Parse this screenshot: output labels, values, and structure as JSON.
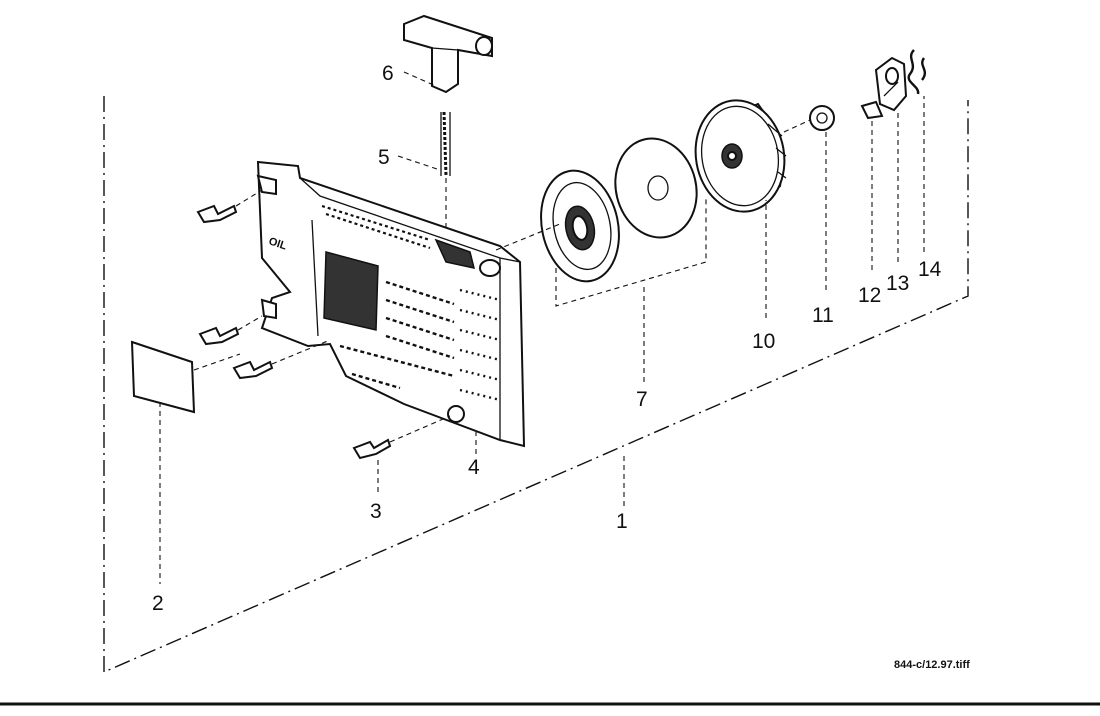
{
  "diagram": {
    "parts": [
      {
        "id": "1",
        "label": "1"
      },
      {
        "id": "2",
        "label": "2"
      },
      {
        "id": "3",
        "label": "3"
      },
      {
        "id": "4",
        "label": "4"
      },
      {
        "id": "5",
        "label": "5"
      },
      {
        "id": "6",
        "label": "6"
      },
      {
        "id": "7",
        "label": "7"
      },
      {
        "id": "10",
        "label": "10"
      },
      {
        "id": "11",
        "label": "11"
      },
      {
        "id": "12",
        "label": "12"
      },
      {
        "id": "13",
        "label": "13"
      },
      {
        "id": "14",
        "label": "14"
      }
    ],
    "housing_marking": "OIL",
    "file_reference": "844-c/12.97.tiff"
  }
}
